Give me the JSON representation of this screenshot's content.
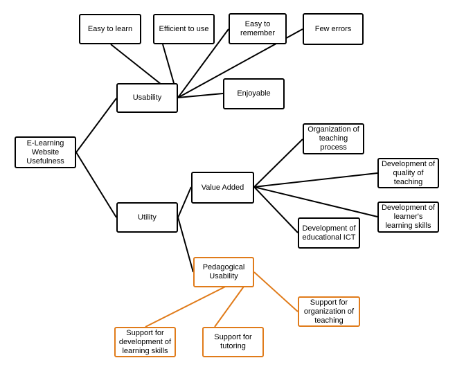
{
  "colors": {
    "black": "#000000",
    "orange": "#e07b1a"
  },
  "nodes": {
    "root": "E-Learning\nWebsite\nUsefulness",
    "usability": "Usability",
    "easy_to_learn": "Easy to learn",
    "efficient": "Efficient to use",
    "easy_remember": "Easy to\nremember",
    "few_errors": "Few errors",
    "enjoyable": "Enjoyable",
    "utility": "Utility",
    "value_added": "Value Added",
    "org_teaching": "Organization of\nteaching process",
    "dev_quality": "Development of\nquality of\nteaching",
    "dev_learner": "Development of\nlearner's\nlearning skills",
    "dev_ict": "Development  of\neducational ICT",
    "pedagogical": "Pedagogical\nUsability",
    "support_dev": "Support  for\ndevelopment  of\nlearning  skills",
    "support_tutoring": "Support  for\ntutoring",
    "support_org": "Support  for\norganization of\nteaching"
  }
}
